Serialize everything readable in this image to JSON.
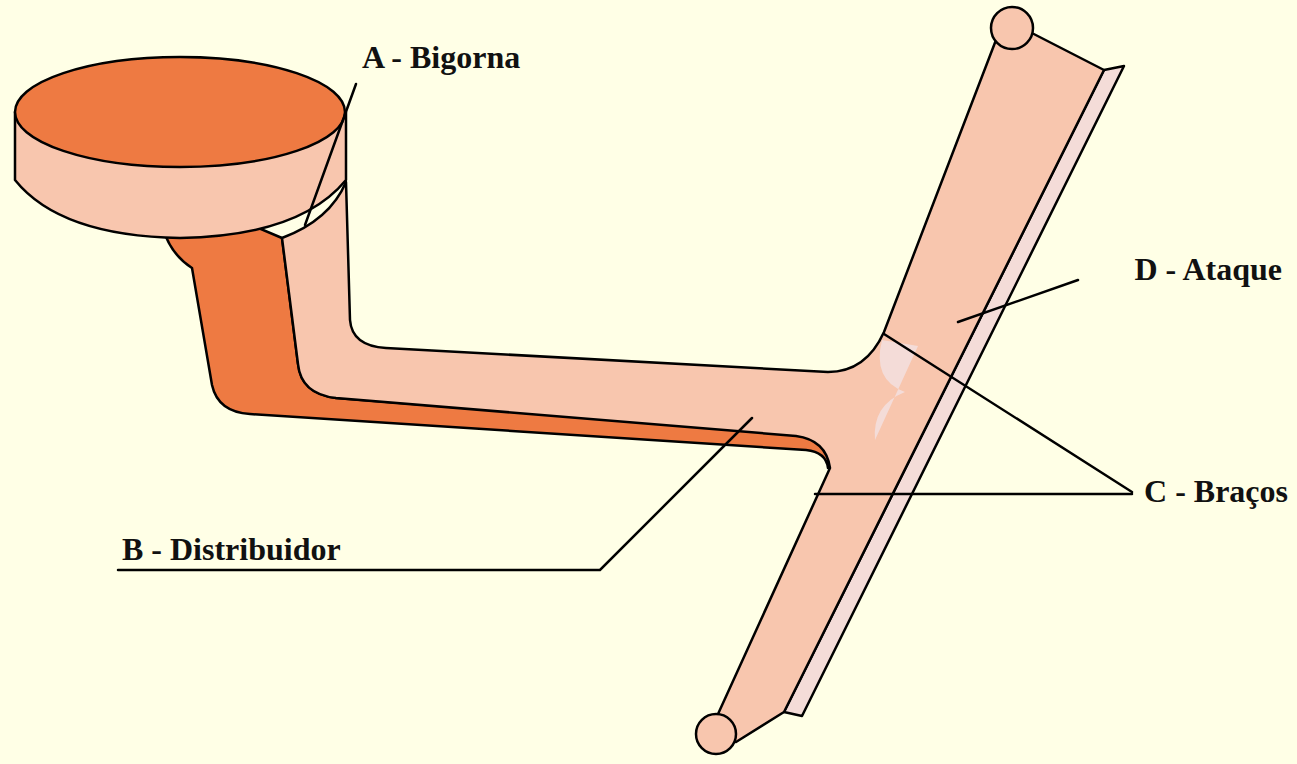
{
  "diagram": {
    "labels": [
      "A - Bigorna",
      "B - Distribuidor",
      "C - Braços",
      "D - Ataque"
    ]
  }
}
